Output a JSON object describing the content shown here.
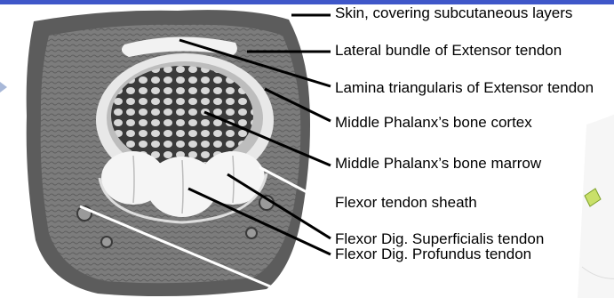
{
  "labels": [
    "Skin, covering subcutaneous layers",
    "Lateral bundle of Extensor tendon",
    "Lamina triangularis of Extensor tendon",
    "Middle Phalanx’s bone cortex",
    "Middle Phalanx’s bone marrow",
    "Flexor tendon sheath",
    "Flexor Dig. Superficialis tendon",
    "Flexor Dig. Profundus tendon"
  ],
  "colors": {
    "topbar": "#3f57c9",
    "skin": "#5a5a5a",
    "subcutaneous": "#8a8a8a",
    "bone_cortex": "#eeeeee",
    "marrow": "#4a4a4a",
    "tendon": "#f4f4f4",
    "leader": "#000000",
    "leader_white": "#ffffff"
  }
}
